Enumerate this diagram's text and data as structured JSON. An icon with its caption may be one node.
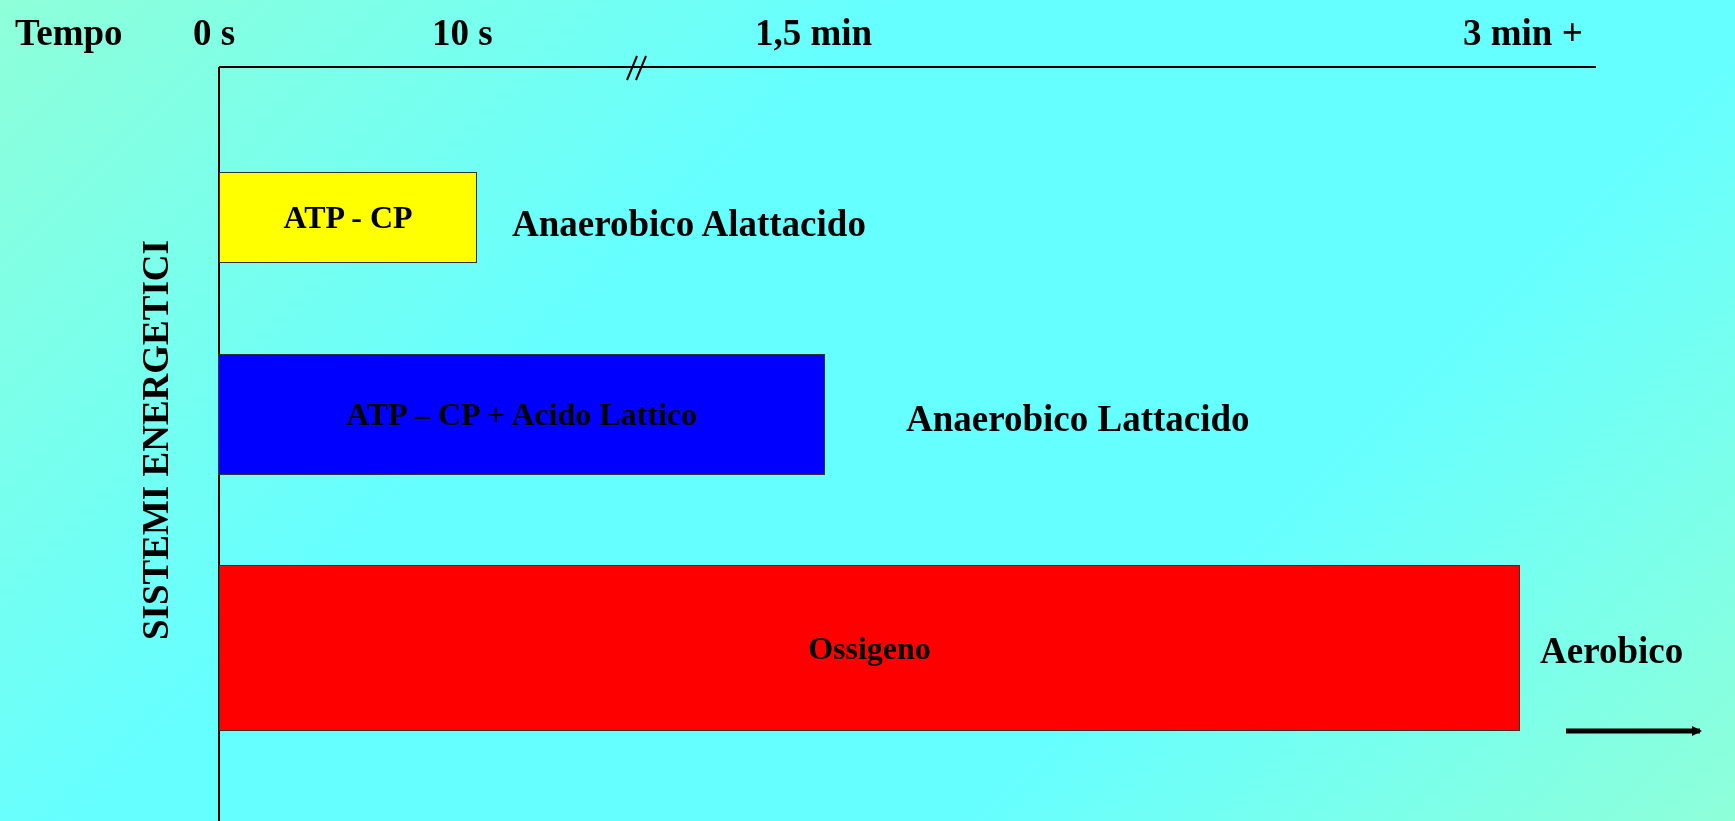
{
  "diagram": {
    "nodes": [
      {
        "text": [
          "ATP - CP"
        ],
        "beside": [
          "Anaerobico Alattacido"
        ]
      },
      {
        "text": [
          "ATP – CP + Acido Lattico"
        ],
        "beside": [
          "Anaerobico Lattacido"
        ]
      },
      {
        "text": [
          "Ossigeno"
        ],
        "beside": [
          "Aerobico"
        ]
      }
    ],
    "edges": [],
    "labels": [
      "Tempo",
      "0 s",
      "10 s",
      "1,5 min",
      "3 min +",
      "SISTEMI ENERGETICI"
    ]
  }
}
